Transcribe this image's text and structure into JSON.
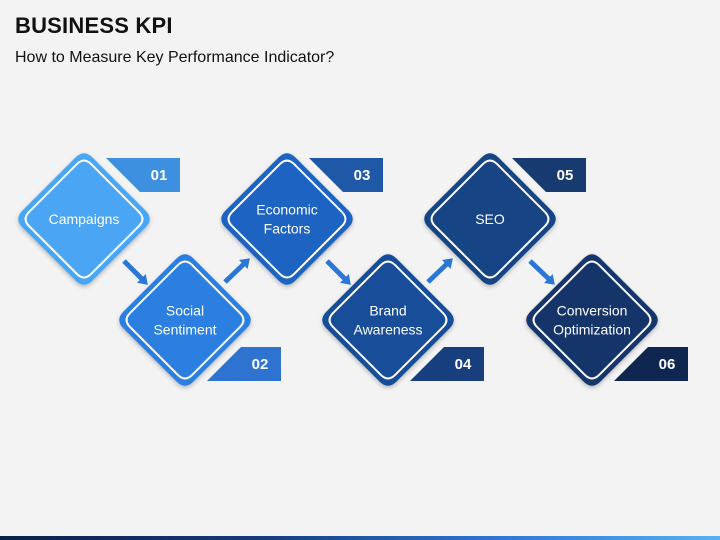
{
  "header": {
    "title": "BUSINESS KPI",
    "subtitle": "How to Measure Key Performance Indicator?"
  },
  "steps": [
    {
      "number": "01",
      "lines": [
        "Campaigns"
      ],
      "color": "#4aa6f5",
      "tag_color": "#3d8fe0"
    },
    {
      "number": "02",
      "lines": [
        "Social",
        "Sentiment"
      ],
      "color": "#2a7fe0",
      "tag_color": "#2f73d1"
    },
    {
      "number": "03",
      "lines": [
        "Economic",
        "Factors"
      ],
      "color": "#1d63c2",
      "tag_color": "#2058a8"
    },
    {
      "number": "04",
      "lines": [
        "Brand",
        "Awareness"
      ],
      "color": "#184d99",
      "tag_color": "#173f7d"
    },
    {
      "number": "05",
      "lines": [
        "SEO"
      ],
      "color": "#174485",
      "tag_color": "#173b70"
    },
    {
      "number": "06",
      "lines": [
        "Conversion",
        "Optimization"
      ],
      "color": "#14346a",
      "tag_color": "#0f2750"
    }
  ],
  "colors": {
    "arrow": "#2a77d8",
    "outline": "#ffffff"
  }
}
